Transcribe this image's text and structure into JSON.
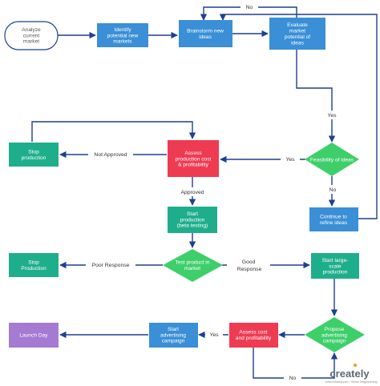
{
  "colors": {
    "blue": "#3a8fd6",
    "teal": "#1fae8c",
    "red": "#ef3b52",
    "green": "#3ecf6b",
    "purple": "#a57ad3",
    "line": "#1f3f8f",
    "oval_stroke": "#1f3f8f"
  },
  "nodes": {
    "analyze": [
      "Analyze",
      "current",
      "market"
    ],
    "identify": [
      "Identify",
      "potential new",
      "markets"
    ],
    "brainstorm": [
      "Brainstorm new",
      "ideas"
    ],
    "evaluate": [
      "Evaluate",
      "market",
      "potential of",
      "ideas"
    ],
    "feasibility": [
      "Feasibility of ideas"
    ],
    "continue": [
      "Continue to",
      "refine ideas"
    ],
    "assess_prod": [
      "Assess",
      "production cost",
      "& profitability"
    ],
    "stop1": [
      "Stop",
      "production"
    ],
    "start_prod": [
      "Start",
      "production",
      "(beta testing)"
    ],
    "test_product": [
      "Test product in",
      "market"
    ],
    "stop2": [
      "Stop",
      "Production"
    ],
    "start_large": [
      "Start large-",
      "scale",
      "production"
    ],
    "propose_adv": [
      "Propose",
      "advertising",
      "campaign"
    ],
    "assess_cost": [
      "Assess cost",
      "and profitability"
    ],
    "start_adv": [
      "Start",
      "advertising",
      "campaign"
    ],
    "launch": [
      "Launch Day"
    ]
  },
  "labels": {
    "no_top": "No",
    "yes_eval": "Yes",
    "yes_feas": "Yes",
    "no_feas": "No",
    "not_approved": "Not Approved",
    "approved": "Approved",
    "poor_response": "Poor Response",
    "good_response": "Good Response",
    "yes_cost": "Yes",
    "no_cost": "No"
  },
  "branding": {
    "logo": "creately",
    "sub": "www.creately.com • Online Diagramming"
  }
}
